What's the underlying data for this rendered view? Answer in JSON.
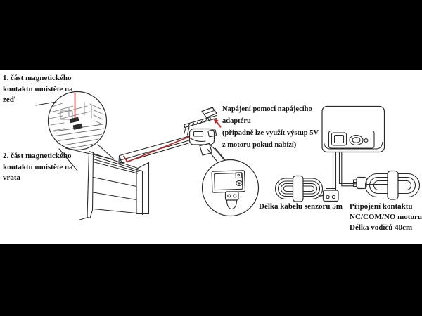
{
  "colors": {
    "letterbox": "#000000",
    "canvas": "#ffffff",
    "ink": "#2b2b2b",
    "sketch": "#8f8f8f",
    "sketch2": "#6e6e6e",
    "red": "#b9282a"
  },
  "labels": {
    "mag1": {
      "lines": [
        "1. část magnetického",
        "kontaktu umístěte na",
        "zeď"
      ]
    },
    "mag2": {
      "lines": [
        "2. část magnetického",
        "kontaktu umístěte na",
        "vrata"
      ]
    },
    "power": {
      "lines": [
        "Napájení pomocí napájecího",
        "adaptéru",
        "(případně lze využít výstup 5V",
        "z motoru pokud nabízí)"
      ]
    },
    "sensor_cable": {
      "lines": [
        "Délka kabelu senzoru 5m"
      ]
    },
    "contact": {
      "lines": [
        "Připojení kontaktu",
        "NC/COM/NO motoru",
        "Délka vodičů 40cm"
      ]
    }
  }
}
